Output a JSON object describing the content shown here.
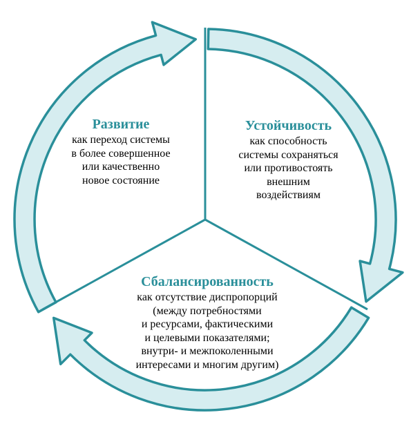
{
  "colors": {
    "arrow_fill": "#d6edf0",
    "arrow_stroke": "#2a8f9a",
    "title_text": "#2a8f9a",
    "body_text": "#000000"
  },
  "blocks": {
    "development": {
      "title": "Развитие",
      "lines": [
        "как переход системы",
        "в более совершенное",
        "или качественно",
        "новое состояние"
      ]
    },
    "stability": {
      "title": "Устойчивость",
      "lines": [
        "как способность",
        "системы сохраняться",
        "или противостоять",
        "внешним",
        "воздействиям"
      ]
    },
    "balance": {
      "title": "Сбалансированность",
      "lines": [
        "как отсутствие диспропорций",
        "(между потребностями",
        "и ресурсами, фактическими",
        "и целевыми показателями;",
        "внутри- и межпоколенными",
        "интересами и многим другим)"
      ]
    }
  }
}
